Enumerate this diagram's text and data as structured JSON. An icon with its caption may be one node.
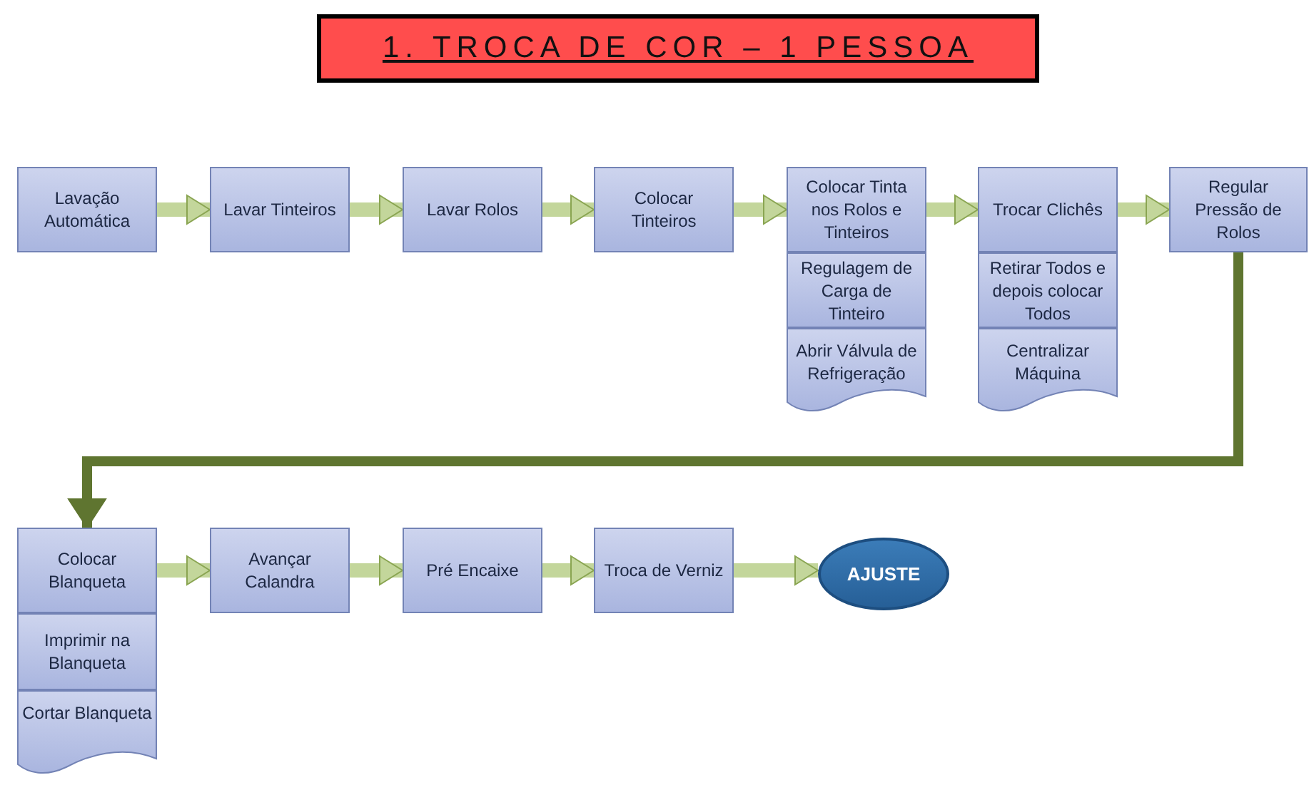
{
  "diagram": {
    "title": "1. TROCA DE COR – 1 PESSOA",
    "nodes": [
      {
        "text": [
          "Lavação Automática"
        ]
      },
      {
        "text": [
          "Lavar Tinteiros"
        ]
      },
      {
        "text": [
          "Lavar Rolos"
        ]
      },
      {
        "text": [
          "Colocar Tinteiros"
        ]
      },
      {
        "text": [
          "Colocar Tinta nos Rolos e Tinteiros"
        ]
      },
      {
        "text": [
          "Regulagem de Carga de Tinteiro"
        ]
      },
      {
        "text": [
          "Abrir Válvula de Refrigeração"
        ]
      },
      {
        "text": [
          "Trocar Clichês"
        ]
      },
      {
        "text": [
          "Retirar Todos e depois colocar Todos"
        ]
      },
      {
        "text": [
          "Centralizar Máquina"
        ]
      },
      {
        "text": [
          "Regular Pressão de Rolos"
        ]
      },
      {
        "text": [
          "Colocar Blanqueta"
        ]
      },
      {
        "text": [
          "Imprimir na Blanqueta"
        ]
      },
      {
        "text": [
          "Cortar Blanqueta"
        ]
      },
      {
        "text": [
          "Avançar Calandra"
        ]
      },
      {
        "text": [
          "Pré Encaixe"
        ]
      },
      {
        "text": [
          "Troca de Verniz"
        ]
      },
      {
        "text": [
          "AJUSTE"
        ]
      }
    ],
    "edges": [
      {
        "from": 0,
        "to": 1,
        "arrow": "to"
      },
      {
        "from": 1,
        "to": 2,
        "arrow": "to"
      },
      {
        "from": 2,
        "to": 3,
        "arrow": "to"
      },
      {
        "from": 3,
        "to": 4,
        "arrow": "to"
      },
      {
        "from": 4,
        "to": 7,
        "arrow": "to"
      },
      {
        "from": 7,
        "to": 10,
        "arrow": "to"
      },
      {
        "from": 10,
        "to": 11,
        "arrow": "to",
        "color": "#5f7530"
      },
      {
        "from": 11,
        "to": 14,
        "arrow": "to"
      },
      {
        "from": 14,
        "to": 15,
        "arrow": "to"
      },
      {
        "from": 15,
        "to": 16,
        "arrow": "to"
      },
      {
        "from": 16,
        "to": 17,
        "arrow": "to"
      }
    ]
  }
}
